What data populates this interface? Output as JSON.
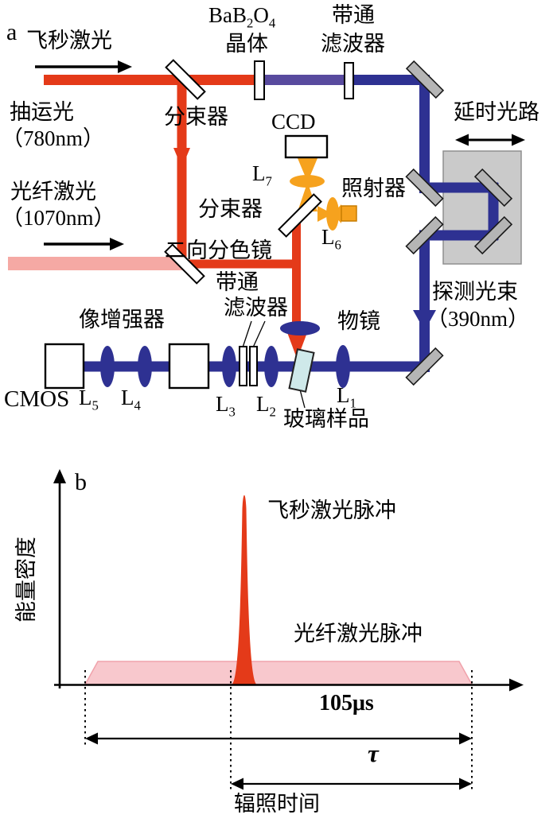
{
  "colors": {
    "pump_red": "#e43a19",
    "fiber_pink": "#f5a9a4",
    "probe_navy": "#2e3192",
    "shg_purple": "#584a9e",
    "illumination_orange": "#f6a21e",
    "mirror_gray": "#b5b5b5",
    "sample_cyan": "#cfe9ea",
    "pulse_pink_fill": "#f8c8cd"
  },
  "panel_a": {
    "tag": "a",
    "fs_laser_label": "飞秒激光",
    "bbo": {
      "pre": "BaB",
      "sub1": "2",
      "mid": "O",
      "sub2": "4",
      "line2": "晶体"
    },
    "bandpass_top": {
      "line1": "带通",
      "line2": "滤波器"
    },
    "beamsplitter1_label": "分束器",
    "pump": {
      "line1": "抽运光",
      "line2": "（780nm）"
    },
    "ccd_label": "CCD",
    "delay_label": "延时光路",
    "illuminator_label": "照射器",
    "beamsplitter2_label": "分束器",
    "fiber": {
      "line1": "光纤激光",
      "line2": "（1070nm）"
    },
    "dichroic_label": "二向分色镜",
    "bandpass_mid": {
      "line1": "带通",
      "line2": "滤波器"
    },
    "probe": {
      "line1": "探测光束",
      "line2": "（390nm）"
    },
    "intensifier_label": "像增强器",
    "objective_label": "物镜",
    "cmos_label": "CMOS",
    "sample_label": "玻璃样品",
    "lenses": {
      "l1": {
        "t": "L",
        "s": "1"
      },
      "l2": {
        "t": "L",
        "s": "2"
      },
      "l3": {
        "t": "L",
        "s": "3"
      },
      "l4": {
        "t": "L",
        "s": "4"
      },
      "l5": {
        "t": "L",
        "s": "5"
      },
      "l6": {
        "t": "L",
        "s": "6"
      },
      "l7": {
        "t": "L",
        "s": "7"
      }
    }
  },
  "panel_b": {
    "tag": "b",
    "ylabel": "能量密度",
    "xlabel": "辐照时间",
    "fs_pulse_label": "飞秒激光脉冲",
    "fiber_pulse_label": "光纤激光脉冲",
    "duration_label": "105μs",
    "tau_label": "τ"
  }
}
